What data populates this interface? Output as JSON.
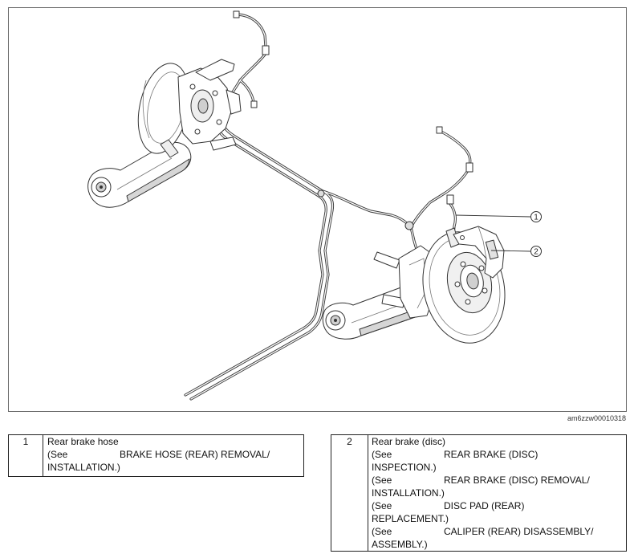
{
  "figure": {
    "image_code": "am6zzw00010318",
    "callouts": [
      "1",
      "2"
    ]
  },
  "legend": [
    {
      "number": "1",
      "title": "Rear brake hose",
      "refs": [
        {
          "see": "(See",
          "line1": "BRAKE HOSE (REAR) REMOVAL/",
          "line2": "INSTALLATION.)"
        }
      ]
    },
    {
      "number": "2",
      "title": "Rear brake (disc)",
      "refs": [
        {
          "see": "(See",
          "line1": "REAR BRAKE (DISC)",
          "line2": "INSPECTION.)"
        },
        {
          "see": "(See",
          "line1": "REAR BRAKE (DISC) REMOVAL/",
          "line2": "INSTALLATION.)"
        },
        {
          "see": "(See",
          "line1": "DISC PAD (REAR)",
          "line2": "REPLACEMENT.)"
        },
        {
          "see": "(See",
          "line1": "CALIPER (REAR) DISASSEMBLY/",
          "line2": "ASSEMBLY.)"
        }
      ]
    }
  ]
}
